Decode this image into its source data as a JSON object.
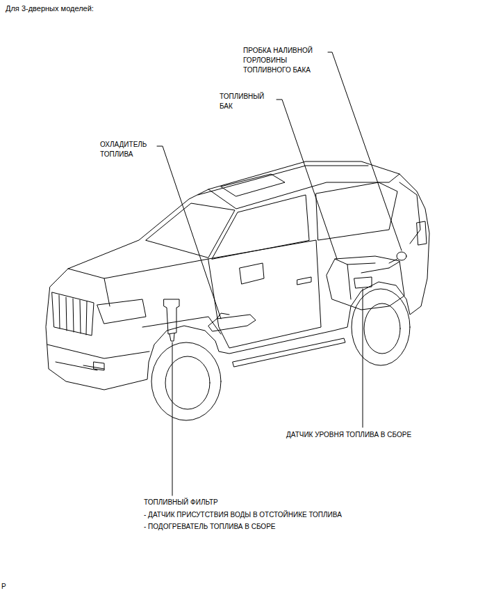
{
  "diagram": {
    "title": "Для 3-дверных моделей:",
    "labels": [
      "ПРОБКА НАЛИВНОЙ ГОРЛОВИНЫ ТОПЛИВНОГО БАКА",
      "ТОПЛИВНЫЙ БАК",
      "ОХЛАДИТЕЛЬ ТОПЛИВА",
      "ДАТЧИК УРОВНЯ ТОПЛИВА В СБОРЕ",
      "ТОПЛИВНЫЙ ФИЛЬТР",
      "- ДАТЧИК ПРИСУТСТВИЯ ВОДЫ В ОТСТОЙНИКЕ ТОПЛИВА",
      "- ПОДОГРЕВАТЕЛЬ ТОПЛИВА В СБОРЕ",
      "P"
    ]
  }
}
